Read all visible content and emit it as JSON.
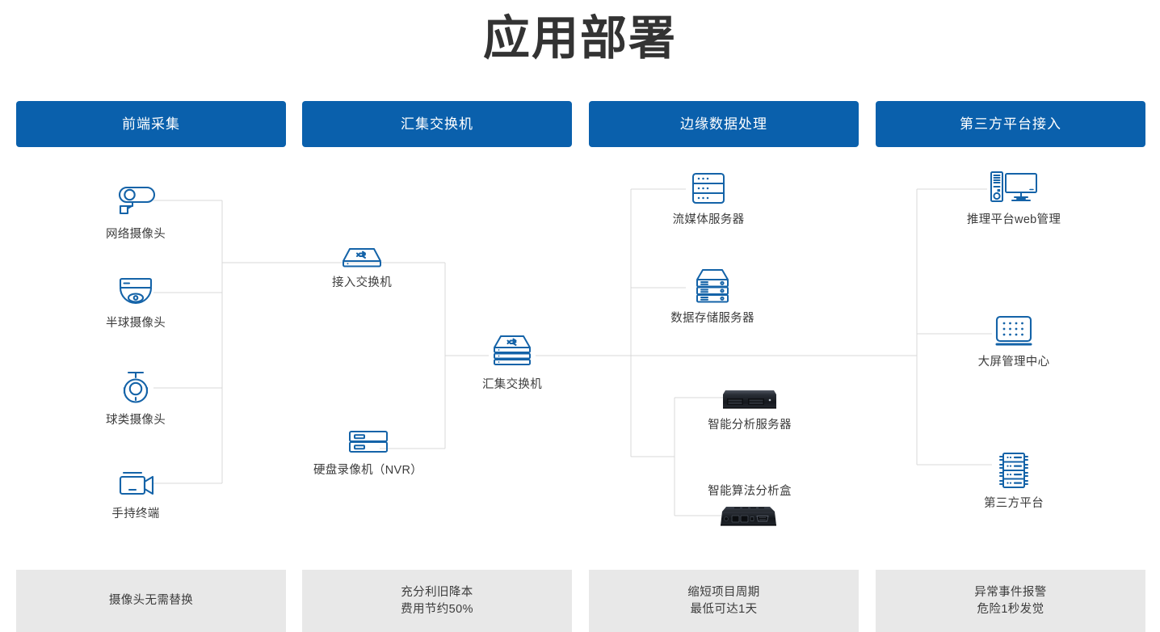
{
  "page": {
    "title": "应用部署",
    "accent_color": "#0a60ac",
    "icon_color": "#1463a8",
    "line_color": "#d8d8d8",
    "footer_bg": "#e8e8e8",
    "text_color": "#3c3c3c"
  },
  "columns": [
    {
      "header": "前端采集"
    },
    {
      "header": "汇集交换机"
    },
    {
      "header": "边缘数据处理"
    },
    {
      "header": "第三方平台接入"
    }
  ],
  "nodes": {
    "network_camera": {
      "label": "网络摄像头",
      "icon": "bullet-camera-icon"
    },
    "dome_camera": {
      "label": "半球摄像头",
      "icon": "dome-camera-icon"
    },
    "ptz_camera": {
      "label": "球类摄像头",
      "icon": "ptz-camera-icon"
    },
    "handheld_terminal": {
      "label": "手持终端",
      "icon": "camcorder-icon"
    },
    "access_switch": {
      "label": "接入交换机",
      "icon": "switch-icon"
    },
    "nvr": {
      "label": "硬盘录像机（NVR）",
      "icon": "nvr-icon"
    },
    "aggregation_switch": {
      "label": "汇集交换机",
      "icon": "stacked-switch-icon"
    },
    "streaming_server": {
      "label": "流媒体服务器",
      "icon": "rack-server-icon"
    },
    "storage_server": {
      "label": "数据存储服务器",
      "icon": "storage-server-icon"
    },
    "analysis_server": {
      "label": "智能分析服务器",
      "icon": "rackmount-photo-icon"
    },
    "algorithm_box": {
      "label": "智能算法分析盒",
      "icon": "edge-box-photo-icon"
    },
    "web_platform": {
      "label": "推理平台web管理",
      "icon": "desktop-pc-icon"
    },
    "video_wall": {
      "label": "大屏管理中心",
      "icon": "video-wall-icon"
    },
    "third_party": {
      "label": "第三方平台",
      "icon": "server-rack-icon"
    }
  },
  "benefits": [
    {
      "line1": "摄像头无需替换",
      "line2": ""
    },
    {
      "line1": "充分利旧降本",
      "line2": "费用节约50%"
    },
    {
      "line1": "缩短项目周期",
      "line2": "最低可达1天"
    },
    {
      "line1": "异常事件报警",
      "line2": "危险1秒发觉"
    }
  ]
}
